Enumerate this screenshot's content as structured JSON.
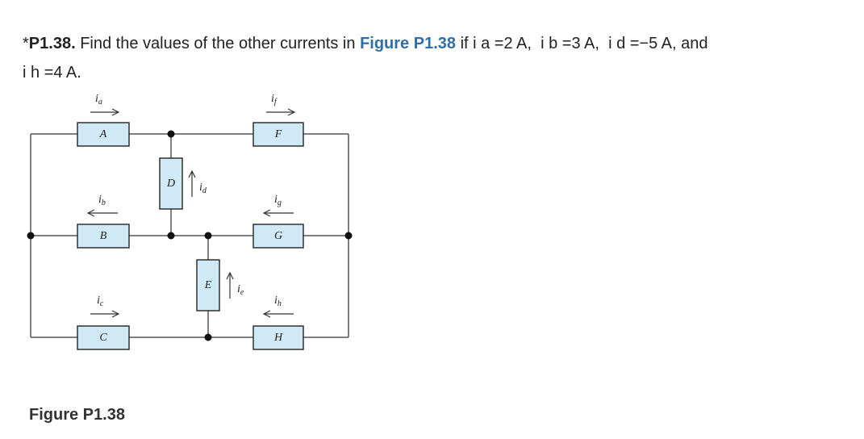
{
  "problem": {
    "star": "*",
    "number": "P1.38.",
    "text_before": "Find the values of the other currents in",
    "figure_link": "Figure P1.38",
    "text_if": "if",
    "eq1": "i a =2 A,",
    "eq2": "i b =3 A,",
    "eq3": "i d =−5 A,",
    "text_and": "and",
    "eq4": "i h =4 A."
  },
  "figure": {
    "caption": "Figure P1.38",
    "elements": [
      "A",
      "B",
      "C",
      "D",
      "E",
      "F",
      "G",
      "H"
    ],
    "currents": [
      {
        "base": "i",
        "sub": "a"
      },
      {
        "base": "i",
        "sub": "b"
      },
      {
        "base": "i",
        "sub": "c"
      },
      {
        "base": "i",
        "sub": "d"
      },
      {
        "base": "i",
        "sub": "e"
      },
      {
        "base": "i",
        "sub": "f"
      },
      {
        "base": "i",
        "sub": "g"
      },
      {
        "base": "i",
        "sub": "h"
      }
    ],
    "colors": {
      "box_fill": "#cfe9f7",
      "link": "#2f6ea8"
    }
  }
}
